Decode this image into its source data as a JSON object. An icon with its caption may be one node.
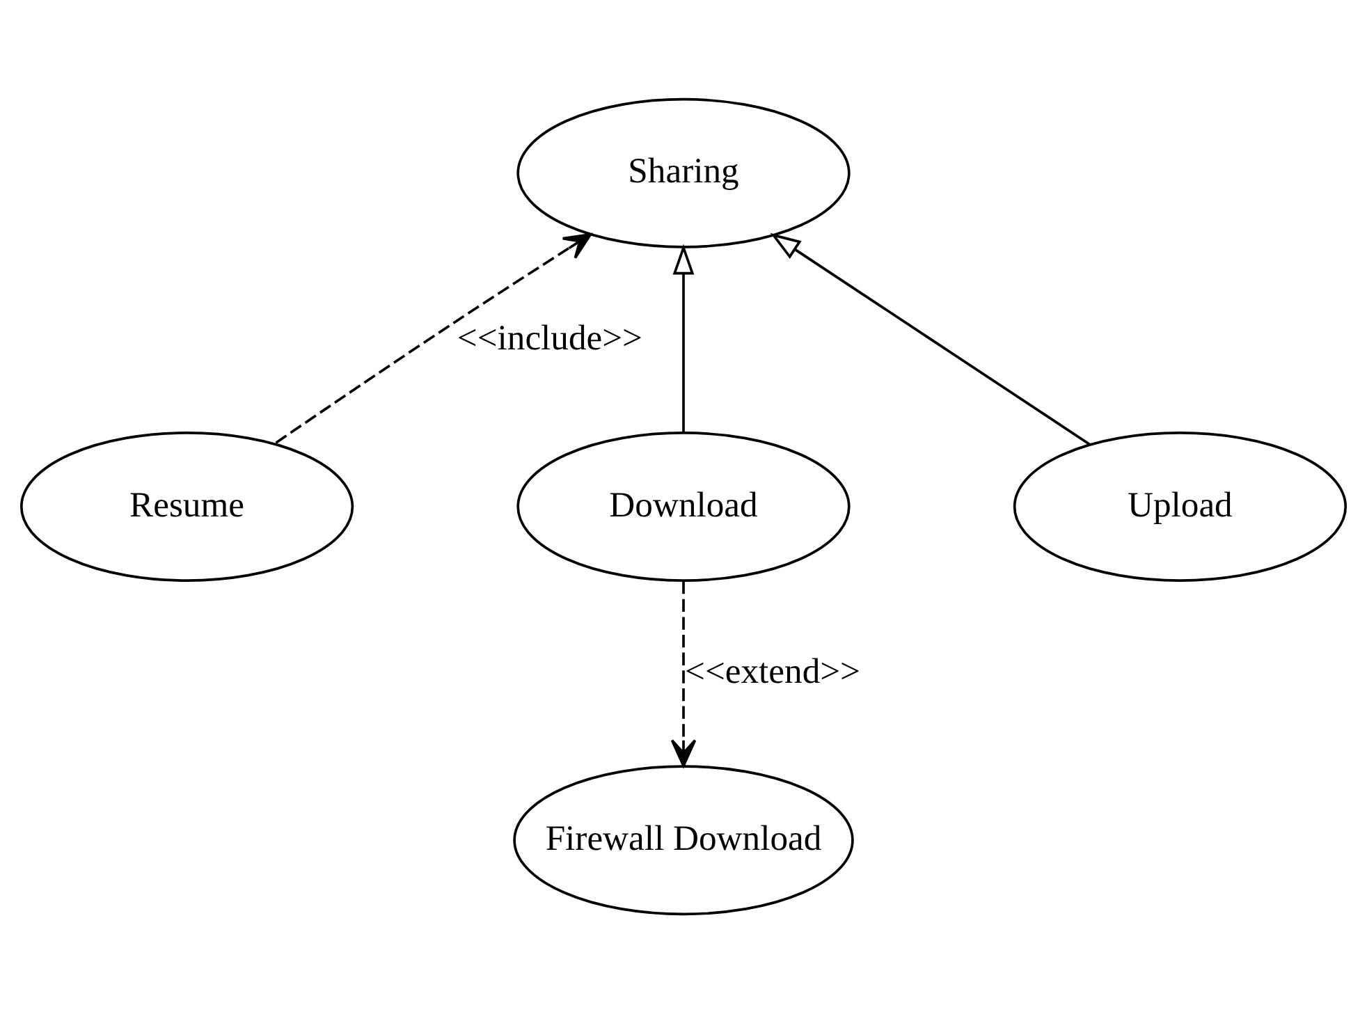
{
  "diagram": {
    "nodes": [
      {
        "text": [
          "Sharing"
        ]
      },
      {
        "text": [
          "Resume"
        ]
      },
      {
        "text": [
          "Download"
        ]
      },
      {
        "text": [
          "Upload"
        ]
      },
      {
        "text": [
          "Firewall Download"
        ]
      }
    ],
    "edges": [
      {
        "from": 2,
        "to": 0,
        "arrow": "to"
      },
      {
        "from": 3,
        "to": 0,
        "arrow": "to"
      },
      {
        "from": 1,
        "to": 0,
        "arrow": "to",
        "style": "dashed",
        "label": "<<include>>"
      },
      {
        "from": 2,
        "to": 4,
        "arrow": "to",
        "style": "dashed",
        "label": "<<extend>>"
      }
    ]
  }
}
